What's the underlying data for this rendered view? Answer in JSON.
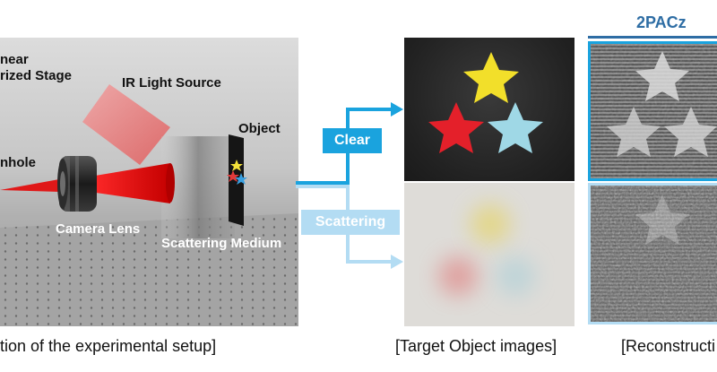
{
  "setup": {
    "labels": {
      "stage": "near\nrized Stage",
      "stage_line1": "near",
      "stage_line2": "rized Stage",
      "ir_source": "IR Light Source",
      "object": "Object",
      "pinhole": "nhole",
      "camera_lens": "Camera Lens",
      "scattering_medium": "Scattering Medium"
    },
    "caption": "tion of the experimental setup]"
  },
  "flow": {
    "clear": "Clear",
    "scattering": "Scattering",
    "colors": {
      "clear": "#1aa3de",
      "scattering": "#b3dcf3"
    }
  },
  "targets": {
    "caption": "[Target Object images]"
  },
  "reconstruction": {
    "title": "2PACz",
    "caption": "[Reconstructi",
    "title_color": "#2e6da4"
  }
}
